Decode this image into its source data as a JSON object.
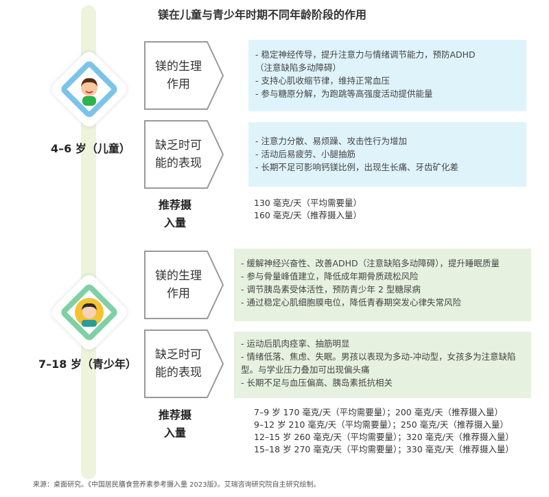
{
  "title": "镁在儿童与青少年时期不同年龄阶段的作用",
  "colors": {
    "timeline": "#eef3dc",
    "child_box": "#dff3fb",
    "teen_box": "#e6f2df",
    "child_icon": "#7cc3ea",
    "teen_icon": "#7fd0a4"
  },
  "stages": [
    {
      "age": "4–6 岁（儿童）",
      "icon": "child-avatar-icon",
      "role_label_1": "镁的生理",
      "role_label_2": "作用",
      "role_items": [
        "- 稳定神经传导，提升注意力与情绪调节能力，预防ADHD",
        "（注意缺陷多动障碍）",
        "- 支持心肌收缩节律，维持正常血压",
        "- 参与糖原分解，为跑跳等高强度活动提供能量"
      ],
      "def_label_1": "缺乏时可",
      "def_label_2": "能的表现",
      "def_items": [
        "- 注意力分散、易烦躁、攻击性行为增加",
        "- 活动后易疲劳、小腿抽筋",
        "- 长期不足可影响钙镁比例，出现生长痛、牙齿矿化差"
      ],
      "rec_label_1": "推荐摄",
      "rec_label_2": "入量",
      "rec_values": [
        "130 毫克/天（平均需要量）",
        "160 毫克/天（推荐摄入量）"
      ]
    },
    {
      "age": "7–18 岁（青少年）",
      "icon": "teen-avatar-icon",
      "role_label_1": "镁的生理",
      "role_label_2": "作用",
      "role_items": [
        "- 缓解神经兴奋性、改善ADHD（注意缺陷多动障碍），提升睡眠质量",
        "- 参与骨量峰值建立，降低成年期骨质疏松风险",
        "- 调节胰岛素受体活性，预防青少年 2 型糖尿病",
        "- 通过稳定心肌细胞膜电位，降低青春期突发心律失常风险"
      ],
      "def_label_1": "缺乏时可",
      "def_label_2": "能的表现",
      "def_items": [
        "- 运动后肌肉痉挛、抽筋明显",
        "- 情绪低落、焦虑、失眠。男孩以表现为多动-冲动型，女孩多为注意缺陷型。与学业压力叠加可出现偏头痛",
        "- 长期不足与血压偏高、胰岛素抵抗相关"
      ],
      "rec_label_1": "推荐摄",
      "rec_label_2": "入量",
      "rec_values": [
        "7–9 岁 170 毫克/天（平均需要量）；200 毫克/天（推荐摄入量）",
        "9–12 岁 210 毫克/天（平均需要量）；250 毫克/天（推荐摄入量）",
        "12–15 岁 260 毫克/天（平均需要量）；320 毫克/天（推荐摄入量）",
        "15–18 岁 270 毫克/天（平均需要量）；330 毫克/天（推荐摄入量）"
      ]
    }
  ],
  "footer": "来源：桌面研究。《中国居民膳食营养素参考摄入量 2023版》。艾瑞咨询研究院自主研究绘制。"
}
